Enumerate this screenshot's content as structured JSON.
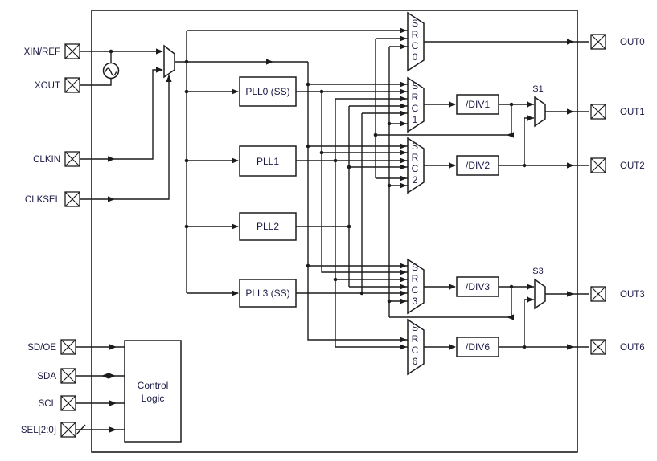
{
  "diagram": {
    "left_pins": [
      {
        "id": "xin-ref",
        "label": "XIN/REF"
      },
      {
        "id": "xout",
        "label": "XOUT"
      },
      {
        "id": "clkin",
        "label": "CLKIN"
      },
      {
        "id": "clksel",
        "label": "CLKSEL"
      },
      {
        "id": "sd-oe",
        "label": "SD/OE"
      },
      {
        "id": "sda",
        "label": "SDA"
      },
      {
        "id": "scl",
        "label": "SCL"
      },
      {
        "id": "sel",
        "label": "SEL[2:0]"
      }
    ],
    "right_pins": [
      {
        "id": "out0",
        "label": "OUT0"
      },
      {
        "id": "out1",
        "label": "OUT1"
      },
      {
        "id": "out2",
        "label": "OUT2"
      },
      {
        "id": "out3",
        "label": "OUT3"
      },
      {
        "id": "out6",
        "label": "OUT6"
      }
    ],
    "plls": [
      {
        "label": "PLL0 (SS)"
      },
      {
        "label": "PLL1"
      },
      {
        "label": "PLL2"
      },
      {
        "label": "PLL3 (SS)"
      }
    ],
    "src_muxes": [
      {
        "label": "SRC0"
      },
      {
        "label": "SRC1"
      },
      {
        "label": "SRC2"
      },
      {
        "label": "SRC3"
      },
      {
        "label": "SRC6"
      }
    ],
    "dividers": [
      {
        "label": "/DIV1"
      },
      {
        "label": "/DIV2"
      },
      {
        "label": "/DIV3"
      },
      {
        "label": "/DIV6"
      }
    ],
    "out_muxes": [
      {
        "label": "S1"
      },
      {
        "label": "S3"
      }
    ],
    "control_logic": {
      "line1": "Control",
      "line2": "Logic"
    },
    "icons": {
      "oscillator": "crystal-oscillator-icon",
      "pad": "bond-pad-icon"
    },
    "colors": {
      "line": "#1c1c1c",
      "text": "#1a1a45",
      "background": "#ffffff"
    }
  }
}
